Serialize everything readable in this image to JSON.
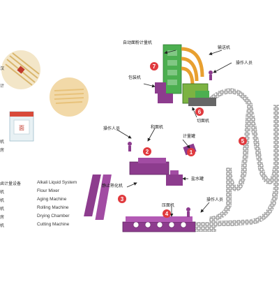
{
  "legend": [
    {
      "cn": "卤计量设备",
      "en": "Alkali Liquid System"
    },
    {
      "cn": "机",
      "en": "Flour Mixer"
    },
    {
      "cn": "机",
      "en": "Aging Machine"
    },
    {
      "cn": "机",
      "en": "Rolling Machine"
    },
    {
      "cn": "房",
      "en": "Drying Chamber"
    },
    {
      "cn": "机",
      "en": "Cutting Machine"
    }
  ],
  "side_text": {
    "t1": "汉",
    "t2": "计",
    "t3": "机",
    "t4": "房"
  },
  "labels": {
    "auto_flour_weigher": "自动面粉计量机",
    "feeding_machine": "输送机",
    "operator_top": "操作人员",
    "packing_machine": "包装机",
    "cutting_machine_top": "切面机",
    "operator_left": "操作人员",
    "mixer_label": "和面机",
    "metering_tank": "计量罐",
    "salt_tank": "盐水罐",
    "aging_conveyor": "静止熟化机",
    "rolling_label": "压面机",
    "operator_bottom": "操作人员"
  },
  "numbers": [
    "7",
    "6",
    "5",
    "1",
    "2",
    "3",
    "4"
  ],
  "colors": {
    "machine_purple": "#8d3c8e",
    "machine_green": "#4caf50",
    "machine_orange": "#e8a030",
    "marker_red": "#e03a3e",
    "conveyor": "#555555"
  },
  "product_box_text": "面"
}
